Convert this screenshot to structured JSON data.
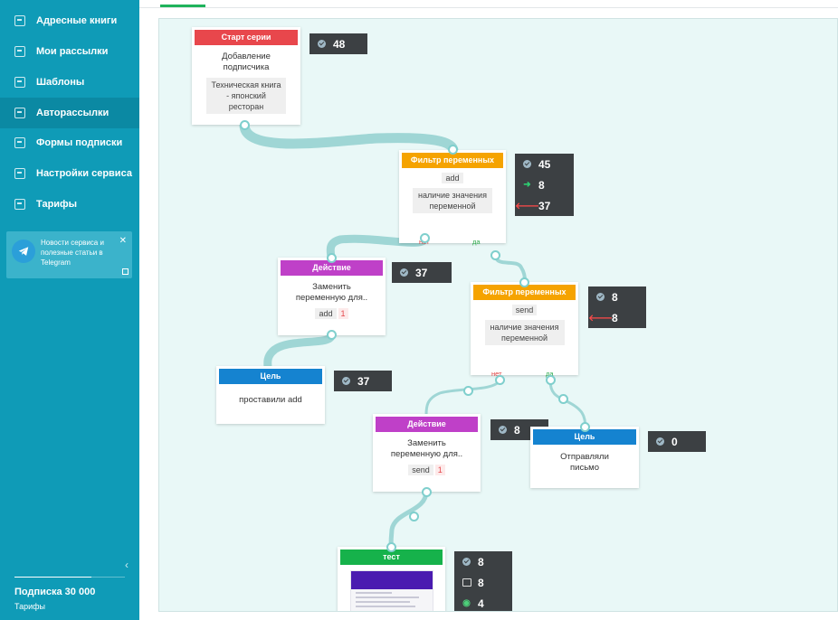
{
  "sidebar": {
    "items": [
      {
        "label": "Адресные книги",
        "icon": "address-book-icon",
        "active": false
      },
      {
        "label": "Мои рассылки",
        "icon": "mailing-icon",
        "active": false
      },
      {
        "label": "Шаблоны",
        "icon": "templates-icon",
        "active": false
      },
      {
        "label": "Авторассылки",
        "icon": "automation-icon",
        "active": true
      },
      {
        "label": "Формы подписки",
        "icon": "forms-icon",
        "active": false
      },
      {
        "label": "Настройки сервиса",
        "icon": "settings-icon",
        "active": false
      },
      {
        "label": "Тарифы",
        "icon": "tariffs-icon",
        "active": false
      }
    ],
    "promo": {
      "text": "Новости сервиса и полезные статьи в Telegram",
      "close": "✕"
    },
    "collapse": "‹",
    "subscription": {
      "title": "Подписка 30 000",
      "link": "Тарифы",
      "usage_fraction": 0.7
    }
  },
  "flow": {
    "start": {
      "header": "Старт серии",
      "title": "Добавление подписчика",
      "chip": "Техническая книга - японский ресторан",
      "color": "#e8474c",
      "stats": [
        {
          "icon": "check-circle-icon",
          "value": "48"
        }
      ]
    },
    "filter1": {
      "header": "Фильтр переменных",
      "tag": "add",
      "chip": "наличие значения переменной",
      "no": "нет",
      "yes": "да",
      "color": "#f5a300",
      "stats": [
        {
          "icon": "check-circle-icon",
          "value": "45"
        },
        {
          "icon": "arrow-right-icon",
          "value": "8"
        },
        {
          "icon": "arrow-left-icon",
          "value": "37"
        }
      ]
    },
    "action1": {
      "header": "Действие",
      "title": "Заменить переменную для..",
      "tag": "add",
      "tag_num": "1",
      "color": "#bf40c8",
      "stats": [
        {
          "icon": "check-circle-icon",
          "value": "37"
        }
      ]
    },
    "filter2": {
      "header": "Фильтр переменных",
      "tag": "send",
      "chip": "наличие значения переменной",
      "no": "нет",
      "yes": "да",
      "color": "#f5a300",
      "stats": [
        {
          "icon": "check-circle-icon",
          "value": "8"
        },
        {
          "icon": "arrow-left-icon",
          "value": "8"
        }
      ]
    },
    "goal1": {
      "header": "Цель",
      "title": "проставили add",
      "color": "#1583d0",
      "stats": [
        {
          "icon": "check-circle-icon",
          "value": "37"
        }
      ]
    },
    "action2": {
      "header": "Действие",
      "title": "Заменить переменную для..",
      "tag": "send",
      "tag_num": "1",
      "color": "#bf40c8",
      "stats": [
        {
          "icon": "check-circle-icon",
          "value": "8"
        }
      ]
    },
    "goal2": {
      "header": "Цель",
      "title": "Отправляли письмо",
      "color": "#1583d0",
      "stats": [
        {
          "icon": "check-circle-icon",
          "value": "0"
        }
      ]
    },
    "email": {
      "header": "тест",
      "color": "#16b24b",
      "stats": [
        {
          "icon": "check-circle-icon",
          "value": "8"
        },
        {
          "icon": "inbox-icon",
          "value": "8"
        },
        {
          "icon": "eye-icon",
          "value": "4"
        }
      ]
    }
  }
}
